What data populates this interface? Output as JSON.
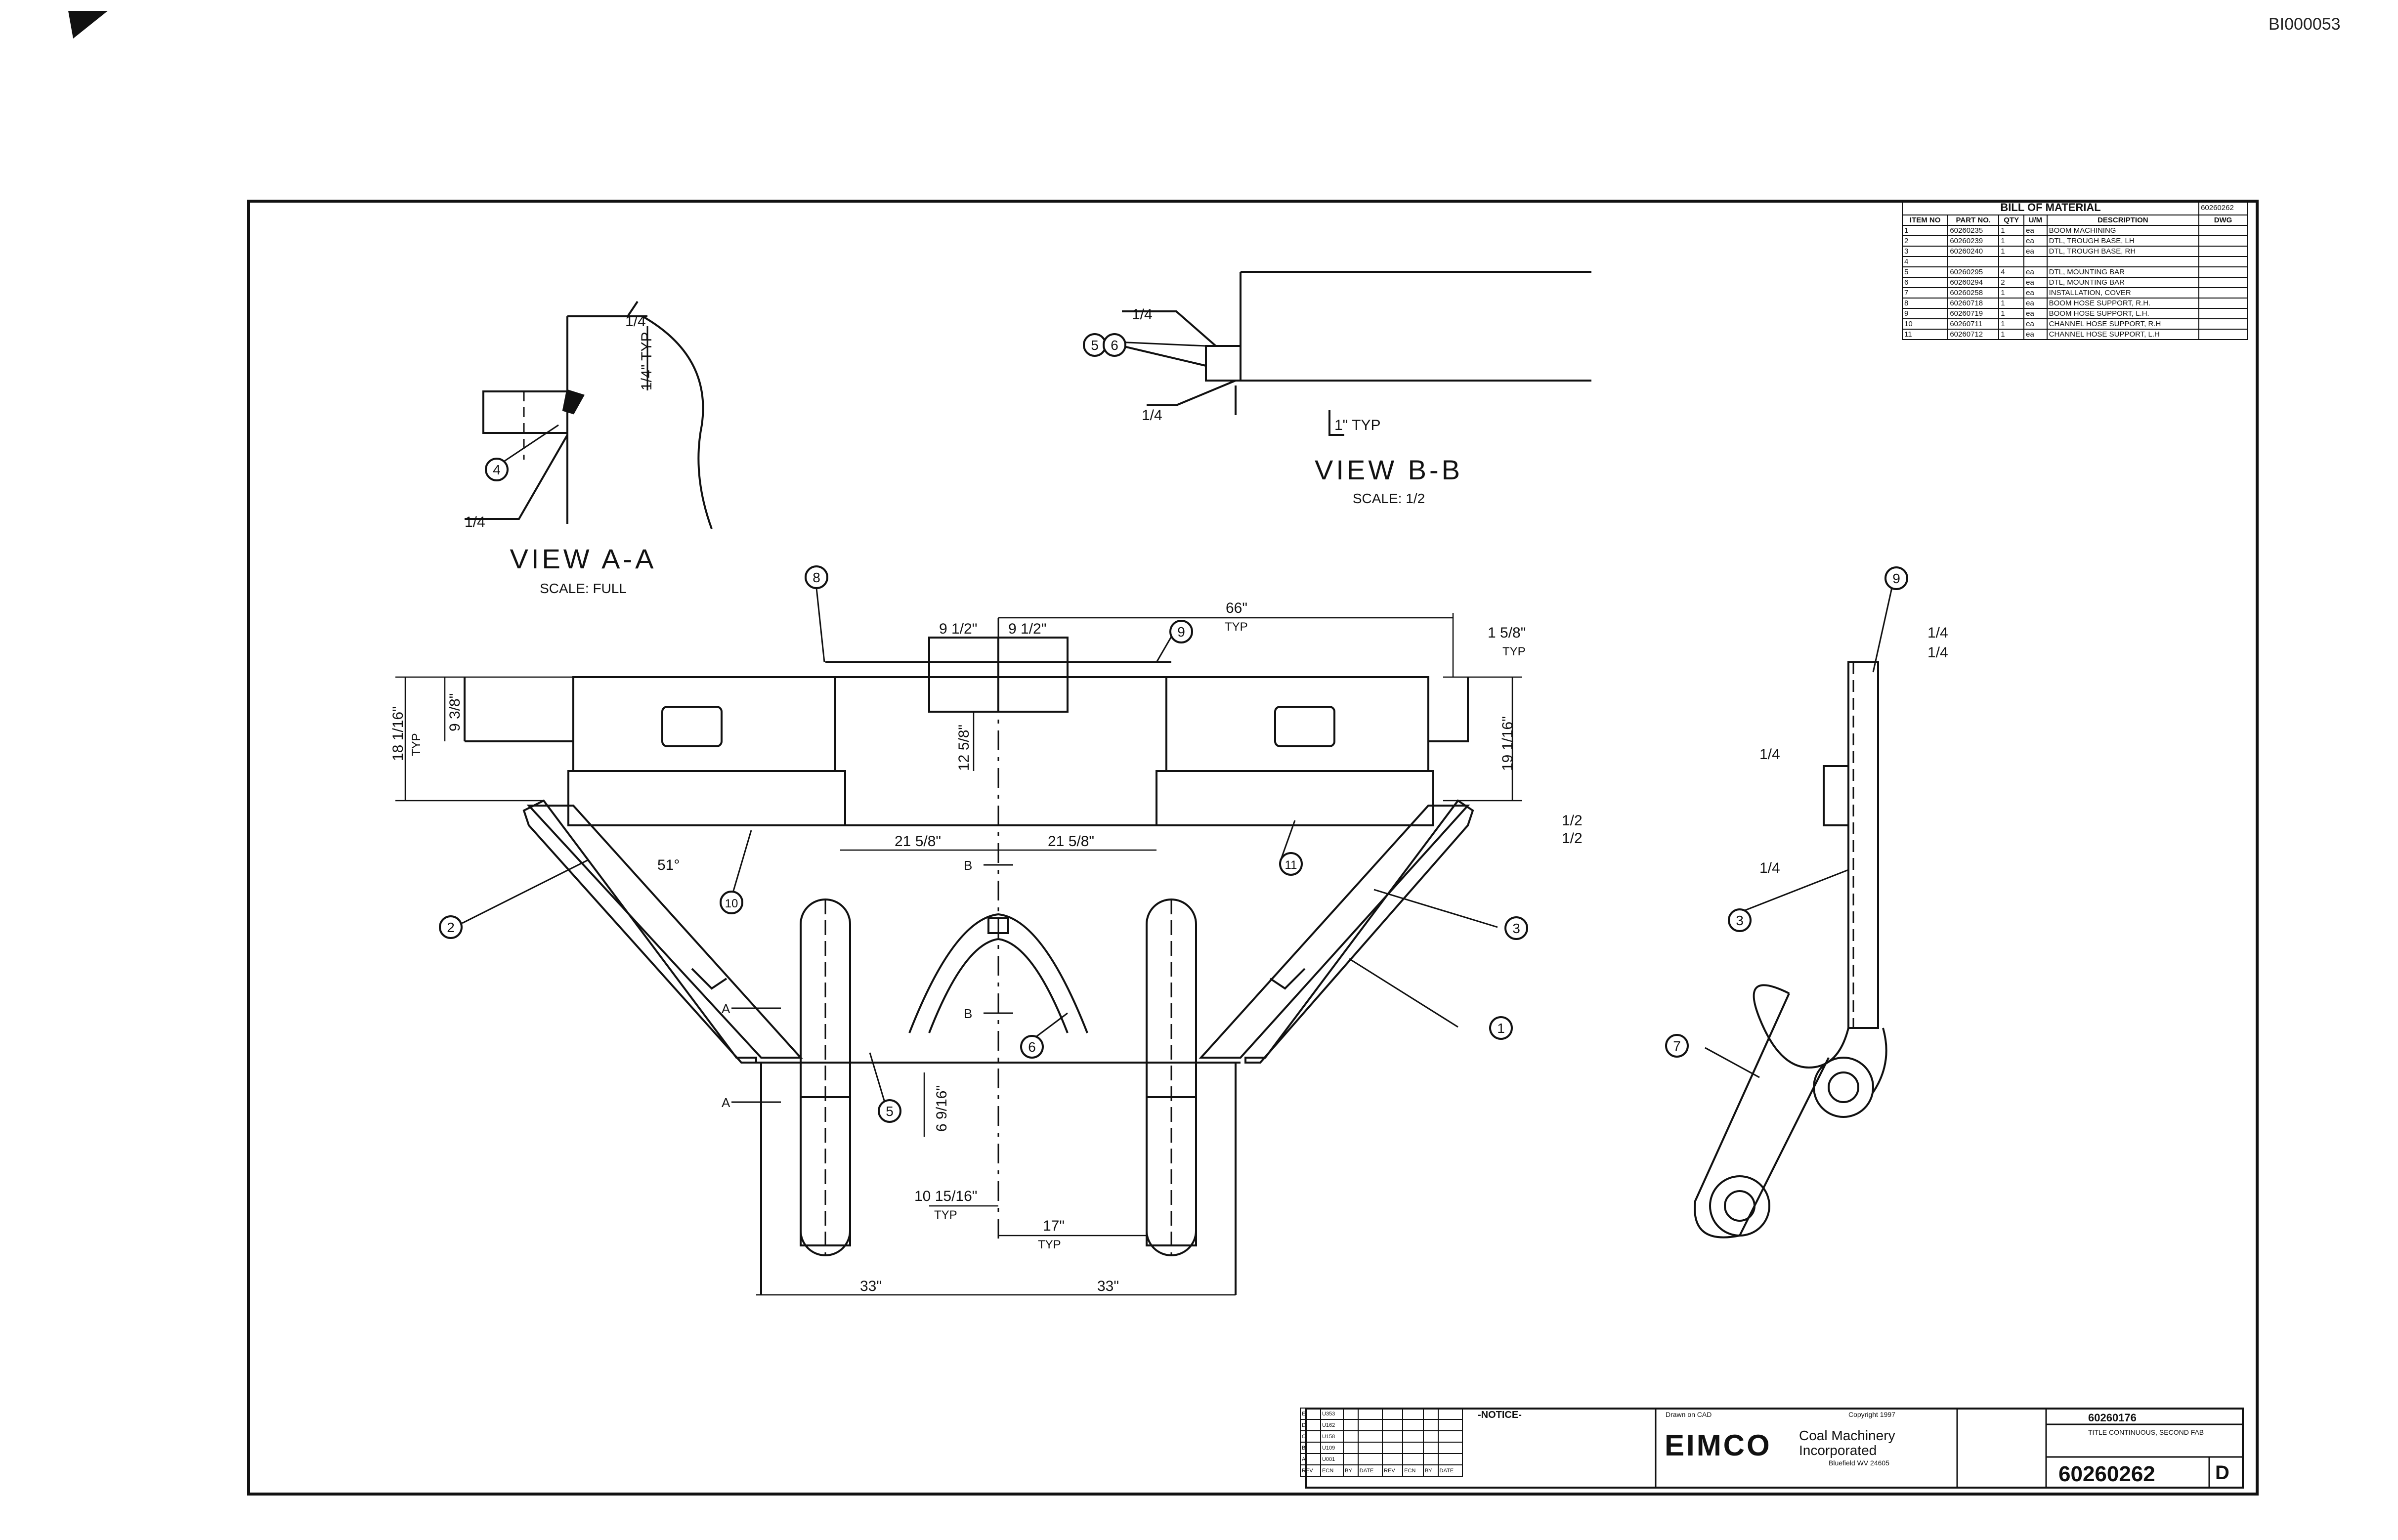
{
  "document_id": "BI000053",
  "views": {
    "a_a": {
      "title": "VIEW A-A",
      "scale": "SCALE: FULL"
    },
    "b_b": {
      "title": "VIEW B-B",
      "scale": "SCALE: 1/2"
    }
  },
  "weld_symbols": {
    "view_a_top": "1/4",
    "view_a_side": "1/4\" TYP",
    "view_a_bottom": "1/4",
    "view_b_top": "1/4",
    "view_b_bottom": "1/4",
    "view_b_typ": "1\" TYP",
    "side_top_1": "1/4",
    "side_top_2": "1/4",
    "side_left_1": "1/4",
    "side_left_2": "1/4",
    "main_right_1": "1/2",
    "main_right_2": "1/2"
  },
  "dimensions": {
    "d66": "66\"",
    "typ": "TYP",
    "d9_5_left": "9 1/2\"",
    "d9_5_right": "9 1/2\"",
    "d1_5_8": "1 5/8\"",
    "d18_1_16": "18 1/16\"",
    "d9_3_8": "9 3/8\"",
    "d12_5_8": "12 5/8\"",
    "d19_1_16": "19 1/16\"",
    "d21_5_8_left": "21 5/8\"",
    "d21_5_8_right": "21 5/8\"",
    "angle": "51°",
    "d6_9_16": "6 9/16\"",
    "d10_15_16": "10 15/16\"",
    "d17": "17\"",
    "d33_left": "33\"",
    "d33_right": "33\""
  },
  "section_markers": {
    "a": "A",
    "b": "B"
  },
  "balloons": [
    "1",
    "2",
    "3",
    "4",
    "5",
    "6",
    "7",
    "8",
    "9",
    "10",
    "11"
  ],
  "bom": {
    "title": "BILL OF MATERIAL",
    "dwg_ref": "60260262",
    "headers": [
      "ITEM NO",
      "PART NO.",
      "QTY",
      "U/M",
      "DESCRIPTION",
      "DWG"
    ],
    "rows": [
      {
        "item": "1",
        "part": "60260235",
        "qty": "1",
        "um": "ea",
        "desc": "BOOM MACHINING"
      },
      {
        "item": "2",
        "part": "60260239",
        "qty": "1",
        "um": "ea",
        "desc": "DTL, TROUGH BASE, LH"
      },
      {
        "item": "3",
        "part": "60260240",
        "qty": "1",
        "um": "ea",
        "desc": "DTL, TROUGH BASE, RH"
      },
      {
        "item": "4",
        "part": "",
        "qty": "",
        "um": "",
        "desc": ""
      },
      {
        "item": "5",
        "part": "60260295",
        "qty": "4",
        "um": "ea",
        "desc": "DTL, MOUNTING BAR"
      },
      {
        "item": "6",
        "part": "60260294",
        "qty": "2",
        "um": "ea",
        "desc": "DTL, MOUNTING BAR"
      },
      {
        "item": "7",
        "part": "60260258",
        "qty": "1",
        "um": "ea",
        "desc": "INSTALLATION, COVER"
      },
      {
        "item": "8",
        "part": "60260718",
        "qty": "1",
        "um": "ea",
        "desc": "BOOM HOSE SUPPORT, R.H."
      },
      {
        "item": "9",
        "part": "60260719",
        "qty": "1",
        "um": "ea",
        "desc": "BOOM HOSE SUPPORT, L.H."
      },
      {
        "item": "10",
        "part": "60260711",
        "qty": "1",
        "um": "ea",
        "desc": "CHANNEL HOSE SUPPORT, R.H"
      },
      {
        "item": "11",
        "part": "60260712",
        "qty": "1",
        "um": "ea",
        "desc": "CHANNEL HOSE SUPPORT, L.H"
      }
    ]
  },
  "revisions": {
    "rows": [
      {
        "rev": "E",
        "ecn": "U353"
      },
      {
        "rev": "D",
        "ecn": "U162"
      },
      {
        "rev": "C",
        "ecn": "U158"
      },
      {
        "rev": "B",
        "ecn": "U109"
      },
      {
        "rev": "A",
        "ecn": "U001"
      }
    ],
    "headers": [
      "REV",
      "ECN",
      "BY",
      "DATE",
      "REV",
      "ECN",
      "BY",
      "DATE"
    ]
  },
  "title_block": {
    "notice": "-NOTICE-",
    "drawn": "Drawn on CAD",
    "copyright": "Copyright 1997",
    "logo": "EIMCO",
    "company_line1": "Coal Machinery",
    "company_line2": "Incorporated",
    "location": "Bluefield WV 24605",
    "ref_dwg": "60260176",
    "title_label": "TITLE",
    "title": "CONTINUOUS, SECOND FAB",
    "drawing_number": "60260262",
    "size": "D"
  }
}
